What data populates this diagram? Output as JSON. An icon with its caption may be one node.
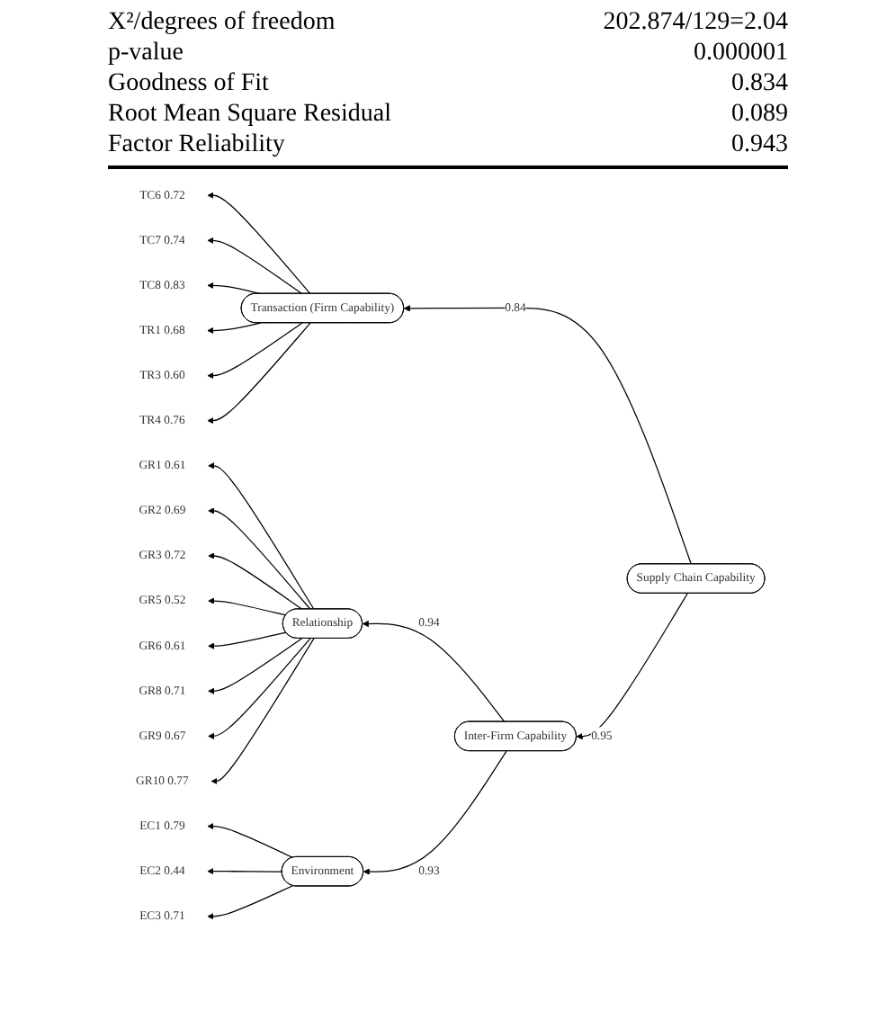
{
  "diagram": {
    "nodes": [
      {
        "text": [
          "Transaction (Firm Capability)"
        ]
      },
      {
        "text": [
          "TC6",
          "0.72"
        ]
      },
      {
        "text": [
          "TC7",
          "0.74"
        ]
      },
      {
        "text": [
          "TC8",
          "0.83"
        ]
      },
      {
        "text": [
          "TR1",
          "0.68"
        ]
      },
      {
        "text": [
          "TR3",
          "0.60"
        ]
      },
      {
        "text": [
          "TR4",
          "0.76"
        ]
      },
      {
        "text": [
          "Relationship"
        ]
      },
      {
        "text": [
          "GR1",
          "0.61"
        ]
      },
      {
        "text": [
          "GR2",
          "0.69"
        ]
      },
      {
        "text": [
          "GR3",
          "0.72"
        ]
      },
      {
        "text": [
          "GR5",
          "0.52"
        ]
      },
      {
        "text": [
          "GR6",
          "0.61"
        ]
      },
      {
        "text": [
          "GR8",
          "0.71"
        ]
      },
      {
        "text": [
          "GR9",
          "0.67"
        ]
      },
      {
        "text": [
          "GR10",
          "0.77"
        ]
      },
      {
        "text": [
          "Environment"
        ]
      },
      {
        "text": [
          "EC1",
          "0.79"
        ]
      },
      {
        "text": [
          "EC2",
          "0.44"
        ]
      },
      {
        "text": [
          "EC3",
          "0.71"
        ]
      },
      {
        "text": [
          "Supply Chain Capability"
        ]
      },
      {
        "text": [
          "Inter-Firm Capability"
        ]
      }
    ],
    "edges": [
      {
        "from": 20,
        "to": 0,
        "arrow": "to",
        "label": "0.84"
      },
      {
        "from": 20,
        "to": 21,
        "arrow": "to",
        "label": "0.95"
      },
      {
        "from": 21,
        "to": 7,
        "arrow": "to",
        "label": "0.94"
      },
      {
        "from": 21,
        "to": 16,
        "arrow": "to",
        "label": "0.93"
      },
      {
        "from": 0,
        "to": 1,
        "arrow": "to"
      },
      {
        "from": 0,
        "to": 2,
        "arrow": "to"
      },
      {
        "from": 0,
        "to": 3,
        "arrow": "to"
      },
      {
        "from": 0,
        "to": 4,
        "arrow": "to"
      },
      {
        "from": 0,
        "to": 5,
        "arrow": "to"
      },
      {
        "from": 0,
        "to": 6,
        "arrow": "to"
      },
      {
        "from": 7,
        "to": 8,
        "arrow": "to"
      },
      {
        "from": 7,
        "to": 9,
        "arrow": "to"
      },
      {
        "from": 7,
        "to": 10,
        "arrow": "to"
      },
      {
        "from": 7,
        "to": 11,
        "arrow": "to"
      },
      {
        "from": 7,
        "to": 12,
        "arrow": "to"
      },
      {
        "from": 7,
        "to": 13,
        "arrow": "to"
      },
      {
        "from": 7,
        "to": 14,
        "arrow": "to"
      },
      {
        "from": 7,
        "to": 15,
        "arrow": "to"
      },
      {
        "from": 16,
        "to": 17,
        "arrow": "to"
      },
      {
        "from": 16,
        "to": 18,
        "arrow": "to"
      },
      {
        "from": 16,
        "to": 19,
        "arrow": "to"
      }
    ],
    "labels": [
      "X²/degrees of freedom",
      "202.874/129=2.04",
      "p-value",
      "0.000001",
      "Goodness of Fit",
      "0.834",
      "Root Mean Square Residual",
      "0.089",
      "Factor Reliability",
      "0.943"
    ]
  }
}
